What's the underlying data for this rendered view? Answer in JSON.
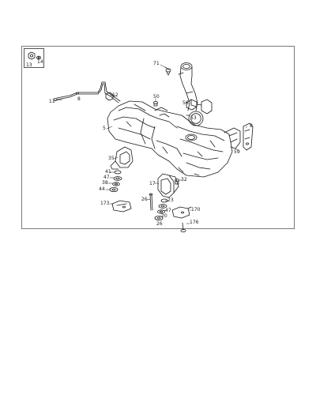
{
  "diagram": {
    "callouts": [
      {
        "id": "c13",
        "text": "13"
      },
      {
        "id": "c14",
        "text": "14"
      },
      {
        "id": "c71",
        "text": "71"
      },
      {
        "id": "c11",
        "text": "11"
      },
      {
        "id": "c8a",
        "text": "8"
      },
      {
        "id": "c12",
        "text": "12"
      },
      {
        "id": "c50",
        "text": "50"
      },
      {
        "id": "c56",
        "text": "56"
      },
      {
        "id": "c53",
        "text": "53"
      },
      {
        "id": "c5",
        "text": "5"
      },
      {
        "id": "c8b",
        "text": "8"
      },
      {
        "id": "c59",
        "text": "59"
      },
      {
        "id": "c35",
        "text": "35"
      },
      {
        "id": "c41",
        "text": "41"
      },
      {
        "id": "c47a",
        "text": "47"
      },
      {
        "id": "c38",
        "text": "38"
      },
      {
        "id": "c44",
        "text": "44"
      },
      {
        "id": "c17",
        "text": "17"
      },
      {
        "id": "c32",
        "text": "32"
      },
      {
        "id": "c26a",
        "text": "26"
      },
      {
        "id": "c23",
        "text": "23"
      },
      {
        "id": "c47b",
        "text": "47"
      },
      {
        "id": "c20",
        "text": "20"
      },
      {
        "id": "c173",
        "text": "173"
      },
      {
        "id": "c170",
        "text": "170"
      },
      {
        "id": "c26b",
        "text": "26"
      },
      {
        "id": "c176",
        "text": "176"
      }
    ]
  }
}
